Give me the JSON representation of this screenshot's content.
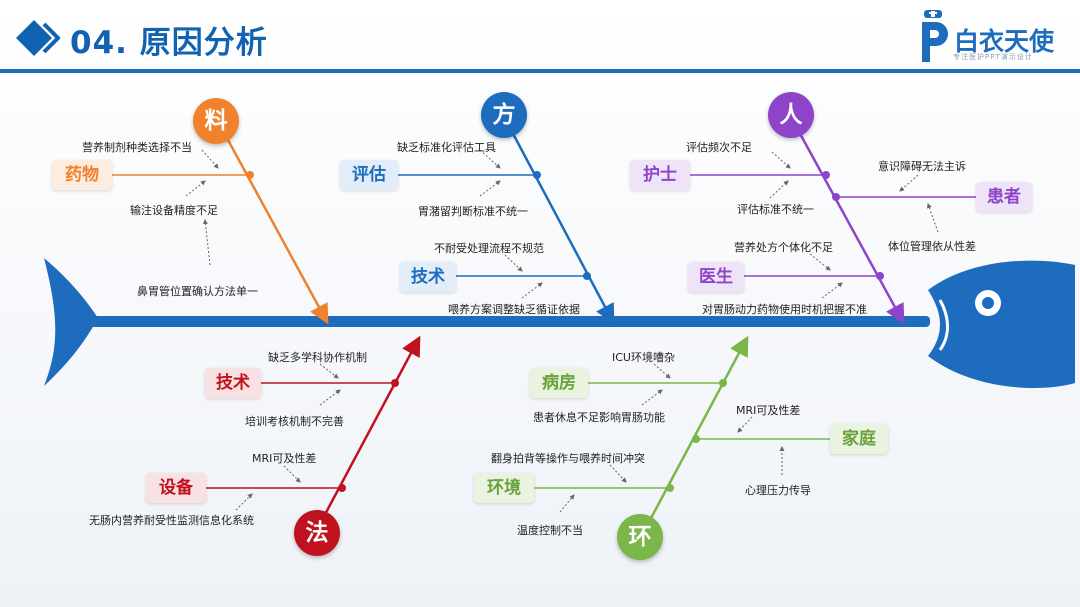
{
  "header": {
    "title": "04. 原因分析",
    "brand": "白衣天使",
    "brand_sub": "专注医护PPT演示设计"
  },
  "colors": {
    "material": "#f0822e",
    "method_top": "#1e6cbe",
    "people": "#8e44c9",
    "method_bottom": "#c0121e",
    "environment": "#7ab648",
    "backbone": "#1e6cbe"
  },
  "branches": {
    "material": {
      "head": "料",
      "category": "药物",
      "causes": [
        "营养制剂种类选择不当",
        "输注设备精度不足",
        "鼻胃管位置确认方法单一"
      ]
    },
    "method_top": {
      "head": "方",
      "categories": [
        {
          "name": "评估",
          "causes": [
            "缺乏标准化评估工具",
            "胃潴留判断标准不统一"
          ]
        },
        {
          "name": "技术",
          "causes": [
            "不耐受处理流程不规范",
            "喂养方案调整缺乏循证依据"
          ]
        }
      ]
    },
    "people": {
      "head": "人",
      "categories": [
        {
          "name": "护士",
          "causes": [
            "评估频次不足",
            "评估标准不统一"
          ]
        },
        {
          "name": "患者",
          "causes": [
            "意识障碍无法主诉",
            "体位管理依从性差"
          ]
        },
        {
          "name": "医生",
          "causes": [
            "营养处方个体化不足",
            "对胃肠动力药物使用时机把握不准"
          ]
        }
      ]
    },
    "method_bottom": {
      "head": "法",
      "categories": [
        {
          "name": "技术",
          "causes": [
            "缺乏多学科协作机制",
            "培训考核机制不完善"
          ]
        },
        {
          "name": "设备",
          "causes": [
            "MRI可及性差",
            "无肠内营养耐受性监测信息化系统"
          ]
        }
      ]
    },
    "environment": {
      "head": "环",
      "categories": [
        {
          "name": "病房",
          "causes": [
            "ICU环境嘈杂",
            "患者休息不足影响胃肠功能"
          ]
        },
        {
          "name": "家庭",
          "causes": [
            "MRI可及性差",
            "心理压力传导"
          ]
        },
        {
          "name": "环境",
          "causes": [
            "翻身拍背等操作与喂养时间冲突",
            "温度控制不当"
          ]
        }
      ]
    }
  }
}
